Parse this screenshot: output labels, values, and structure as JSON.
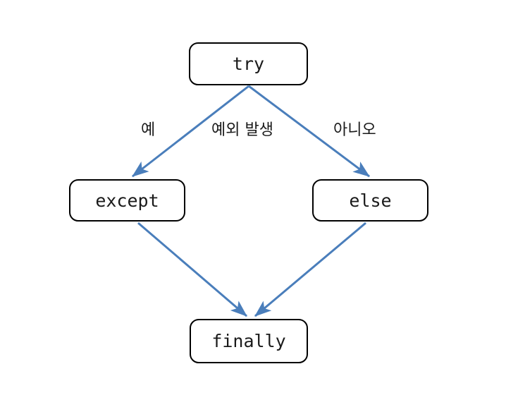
{
  "diagram": {
    "title": "Python try/except/else/finally flow",
    "background_color": "#ffffff",
    "node_border_color": "#000000",
    "node_fill_color": "#ffffff",
    "node_text_color": "#1a1a1a",
    "arrow_color": "#4a7ebb",
    "nodes": [
      {
        "id": "try",
        "label": "try"
      },
      {
        "id": "except",
        "label": "except"
      },
      {
        "id": "else",
        "label": "else"
      },
      {
        "id": "finally",
        "label": "finally"
      }
    ],
    "edge_labels": [
      {
        "id": "yes",
        "label": "예"
      },
      {
        "id": "exception",
        "label": "예외 발생"
      },
      {
        "id": "no",
        "label": "아니오"
      }
    ],
    "edges": [
      {
        "from": "try",
        "to": "except",
        "label": "예"
      },
      {
        "from": "try",
        "to": "else",
        "label": "아니오"
      },
      {
        "from": "except",
        "to": "finally",
        "label": ""
      },
      {
        "from": "else",
        "to": "finally",
        "label": ""
      }
    ]
  }
}
